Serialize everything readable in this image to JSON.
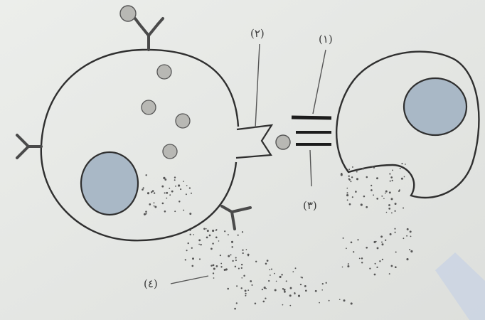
{
  "labels": {
    "l1": "(١)",
    "l2": "(٢)",
    "l3": "(٣)",
    "l4": "(٤)"
  },
  "colors": {
    "background": "#e6e7e4",
    "cell_outline": "#2f2f2f",
    "nucleus_fill": "#a9b8c6",
    "granule_fill": "#b8b8b4",
    "dots": "#555555"
  }
}
